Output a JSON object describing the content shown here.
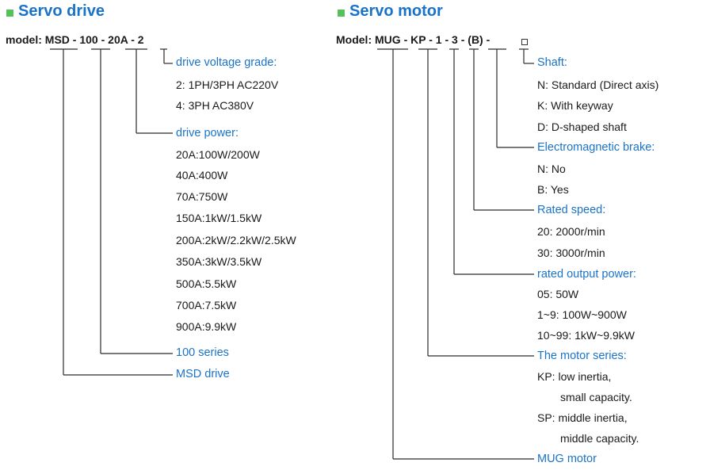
{
  "drive": {
    "title": "Servo drive",
    "model_prefix": "model:",
    "parts": [
      "MSD",
      "100",
      "20A",
      "2"
    ],
    "dash": "-",
    "groups": {
      "voltage": {
        "header": "drive voltage grade:",
        "items": [
          "2: 1PH/3PH AC220V",
          "4: 3PH AC380V"
        ]
      },
      "power": {
        "header": "drive power:",
        "items": [
          "20A:100W/200W",
          "40A:400W",
          "70A:750W",
          "150A:1kW/1.5kW",
          "200A:2kW/2.2kW/2.5kW",
          "350A:3kW/3.5kW",
          "500A:5.5kW",
          "700A:7.5kW",
          "900A:9.9kW"
        ]
      },
      "series": {
        "header": "100 series"
      },
      "drive": {
        "header": "MSD drive"
      }
    }
  },
  "motor": {
    "title": "Servo motor",
    "model_prefix": "Model:",
    "parts": [
      "MUG",
      "KP",
      "1",
      "3",
      "(B)"
    ],
    "dash": "-",
    "groups": {
      "shaft": {
        "header": "Shaft:",
        "items": [
          "N: Standard (Direct axis)",
          "K: With keyway",
          "D: D-shaped shaft"
        ]
      },
      "brake": {
        "header": "Electromagnetic brake:",
        "items": [
          "N: No",
          "B: Yes"
        ]
      },
      "speed": {
        "header": "Rated speed:",
        "items": [
          "20: 2000r/min",
          "30: 3000r/min"
        ]
      },
      "power": {
        "header": "rated output power:",
        "items": [
          "05: 50W",
          "1~9: 100W~900W",
          "10~99: 1kW~9.9kW"
        ]
      },
      "series": {
        "header": "The motor series:",
        "items": [
          "KP: low inertia,",
          "small capacity.",
          "SP: middle inertia,",
          "middle capacity."
        ]
      },
      "motor": {
        "header": "MUG motor"
      }
    }
  }
}
